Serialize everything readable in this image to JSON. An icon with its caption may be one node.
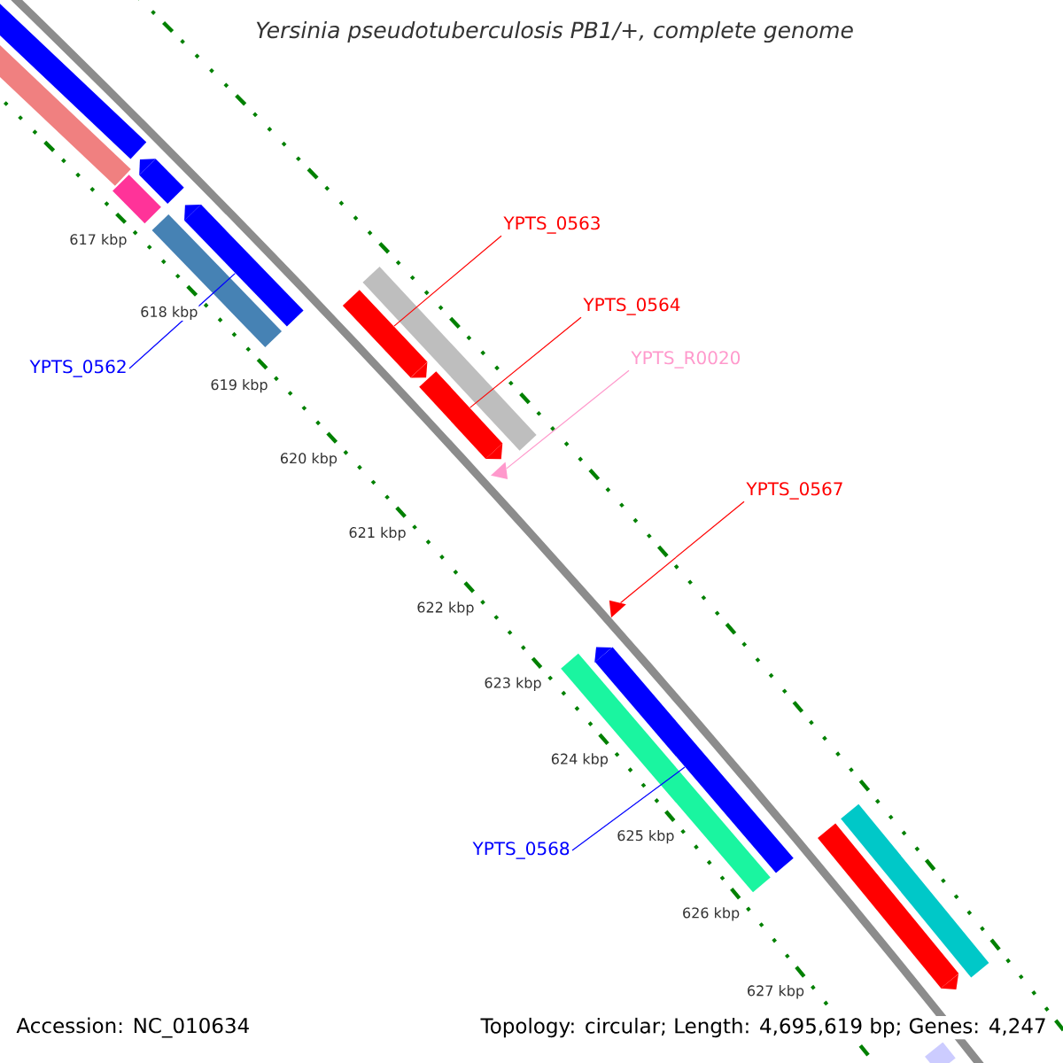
{
  "diagram": {
    "title": "Yersinia pseudotuberculosis PB1/+, complete genome",
    "nodes": [
      {
        "text": [
          "YPTS_0563"
        ]
      },
      {
        "text": [],
        "shape": "arrow"
      },
      {
        "text": [
          "YPTS_0564"
        ]
      },
      {
        "text": [],
        "shape": "arrow"
      },
      {
        "text": [
          "YPTS_0562"
        ]
      },
      {
        "text": [],
        "shape": "arrow"
      },
      {
        "text": [
          "YPTS_R0020"
        ]
      },
      {
        "text": [],
        "shape": "triangle"
      },
      {
        "text": [
          "YPTS_0567"
        ]
      },
      {
        "text": [],
        "shape": "triangle"
      },
      {
        "text": [
          "YPTS_0568"
        ]
      },
      {
        "text": [],
        "shape": "arrow"
      },
      {
        "text": [],
        "shape": "bar"
      },
      {
        "text": [],
        "shape": "bar"
      },
      {
        "text": [],
        "shape": "arrow"
      },
      {
        "text": [],
        "shape": "bar"
      },
      {
        "text": [],
        "shape": "bar"
      },
      {
        "text": [],
        "shape": "bar"
      },
      {
        "text": [],
        "shape": "bar"
      },
      {
        "text": [],
        "shape": "arrow"
      },
      {
        "text": [],
        "shape": "bar"
      },
      {
        "text": [],
        "shape": "bar"
      }
    ],
    "edges": [
      {
        "from": 0,
        "to": 1,
        "arrow": "none"
      },
      {
        "from": 2,
        "to": 3,
        "arrow": "none"
      },
      {
        "from": 4,
        "to": 5,
        "arrow": "none",
        "color": "#0000ff"
      },
      {
        "from": 6,
        "to": 7,
        "arrow": "none",
        "color": "#ff99cc"
      },
      {
        "from": 8,
        "to": 9,
        "arrow": "none"
      },
      {
        "from": 10,
        "to": 11,
        "arrow": "none",
        "color": "#0000ff"
      }
    ],
    "labels": [
      "617 kbp",
      "618 kbp",
      "619 kbp",
      "620 kbp",
      "621 kbp",
      "622 kbp",
      "623 kbp",
      "624 kbp",
      "625 kbp",
      "626 kbp",
      "627 kbp",
      "Accession: NC_010634",
      "Topology: circular; Length: 4,695,619 bp; Genes: 4,247"
    ]
  }
}
